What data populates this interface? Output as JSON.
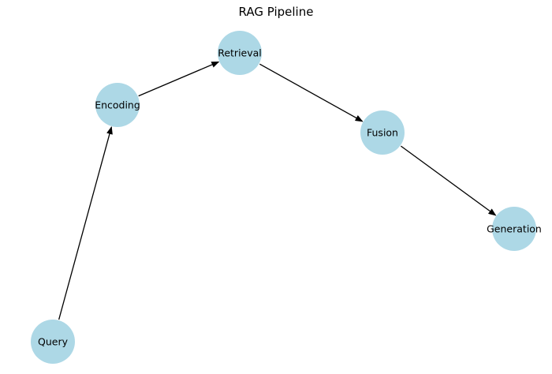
{
  "diagram": {
    "title": "RAG Pipeline",
    "nodes": [
      {
        "id": "query",
        "label": "Query"
      },
      {
        "id": "encoding",
        "label": "Encoding"
      },
      {
        "id": "retrieval",
        "label": "Retrieval"
      },
      {
        "id": "fusion",
        "label": "Fusion"
      },
      {
        "id": "generation",
        "label": "Generation"
      }
    ],
    "edges": [
      {
        "from": "query",
        "to": "encoding"
      },
      {
        "from": "encoding",
        "to": "retrieval"
      },
      {
        "from": "retrieval",
        "to": "fusion"
      },
      {
        "from": "fusion",
        "to": "generation"
      }
    ],
    "colors": {
      "node_fill": "#add8e6",
      "edge": "#000000",
      "text": "#000000"
    }
  }
}
